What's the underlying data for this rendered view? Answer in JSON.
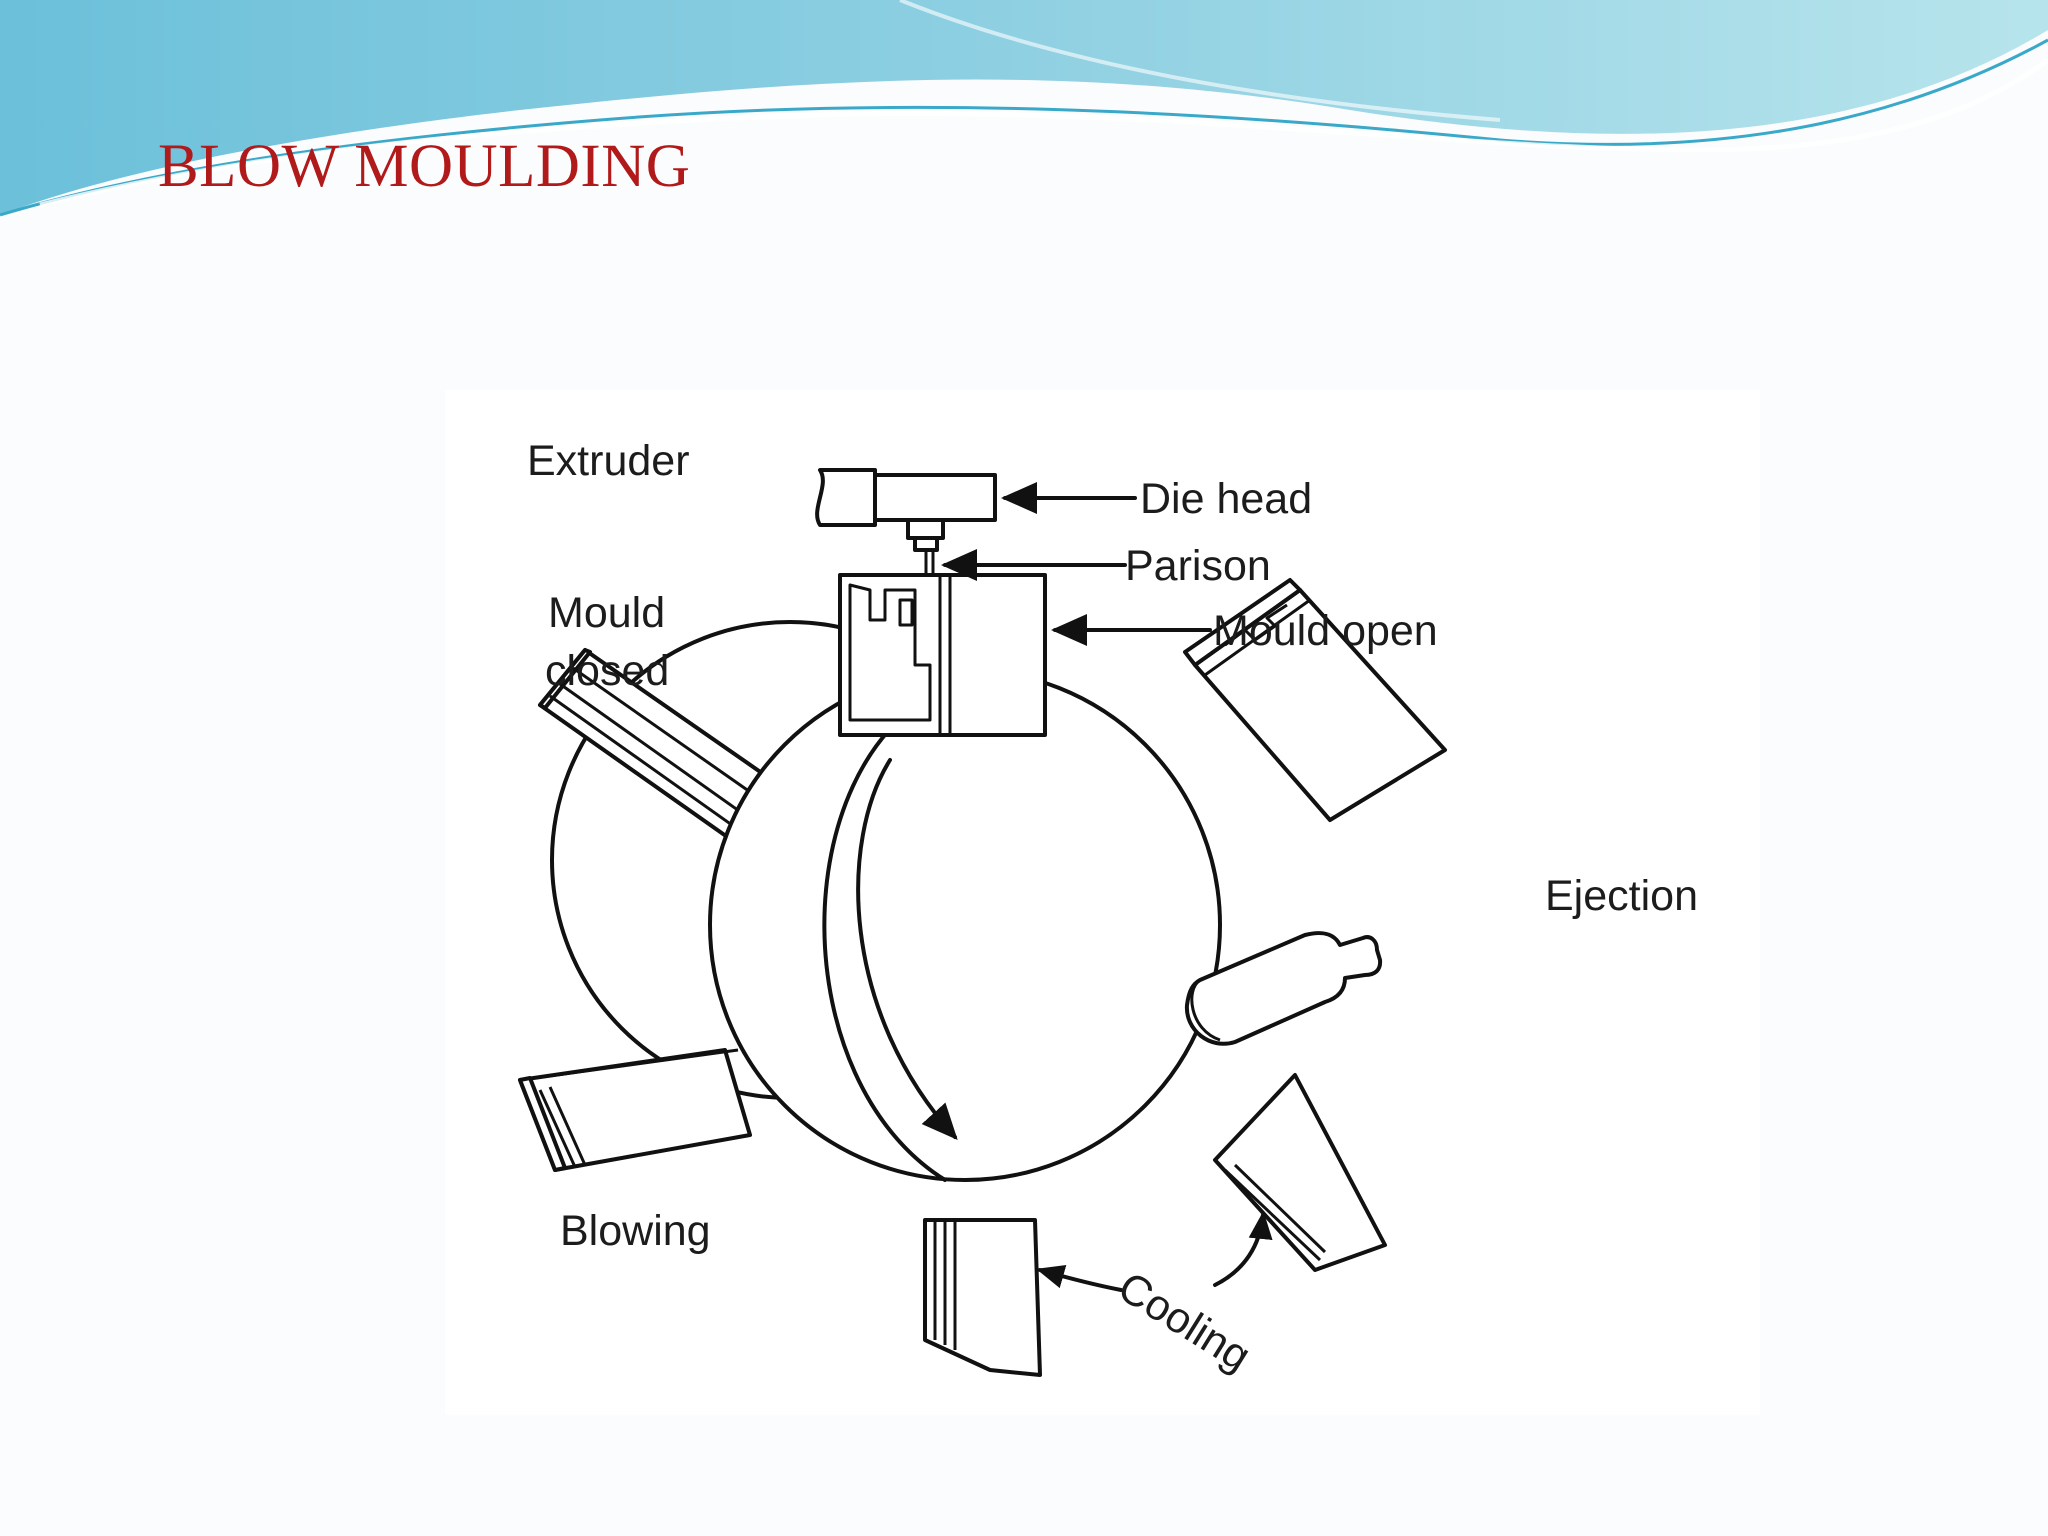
{
  "slide": {
    "title": "BLOW MOULDING",
    "title_color": "#b01a1a",
    "accent_colors": [
      "#7cc4dc",
      "#a9dce8",
      "#3aa9c9"
    ]
  },
  "diagram": {
    "labels": {
      "extruder": "Extruder",
      "die_head": "Die head",
      "parison": "Parison",
      "mould_open": "Mould open",
      "mould_closed_line1": "Mould",
      "mould_closed_line2": "closed",
      "ejection": "Ejection",
      "blowing": "Blowing",
      "cooling": "Cooling"
    }
  }
}
